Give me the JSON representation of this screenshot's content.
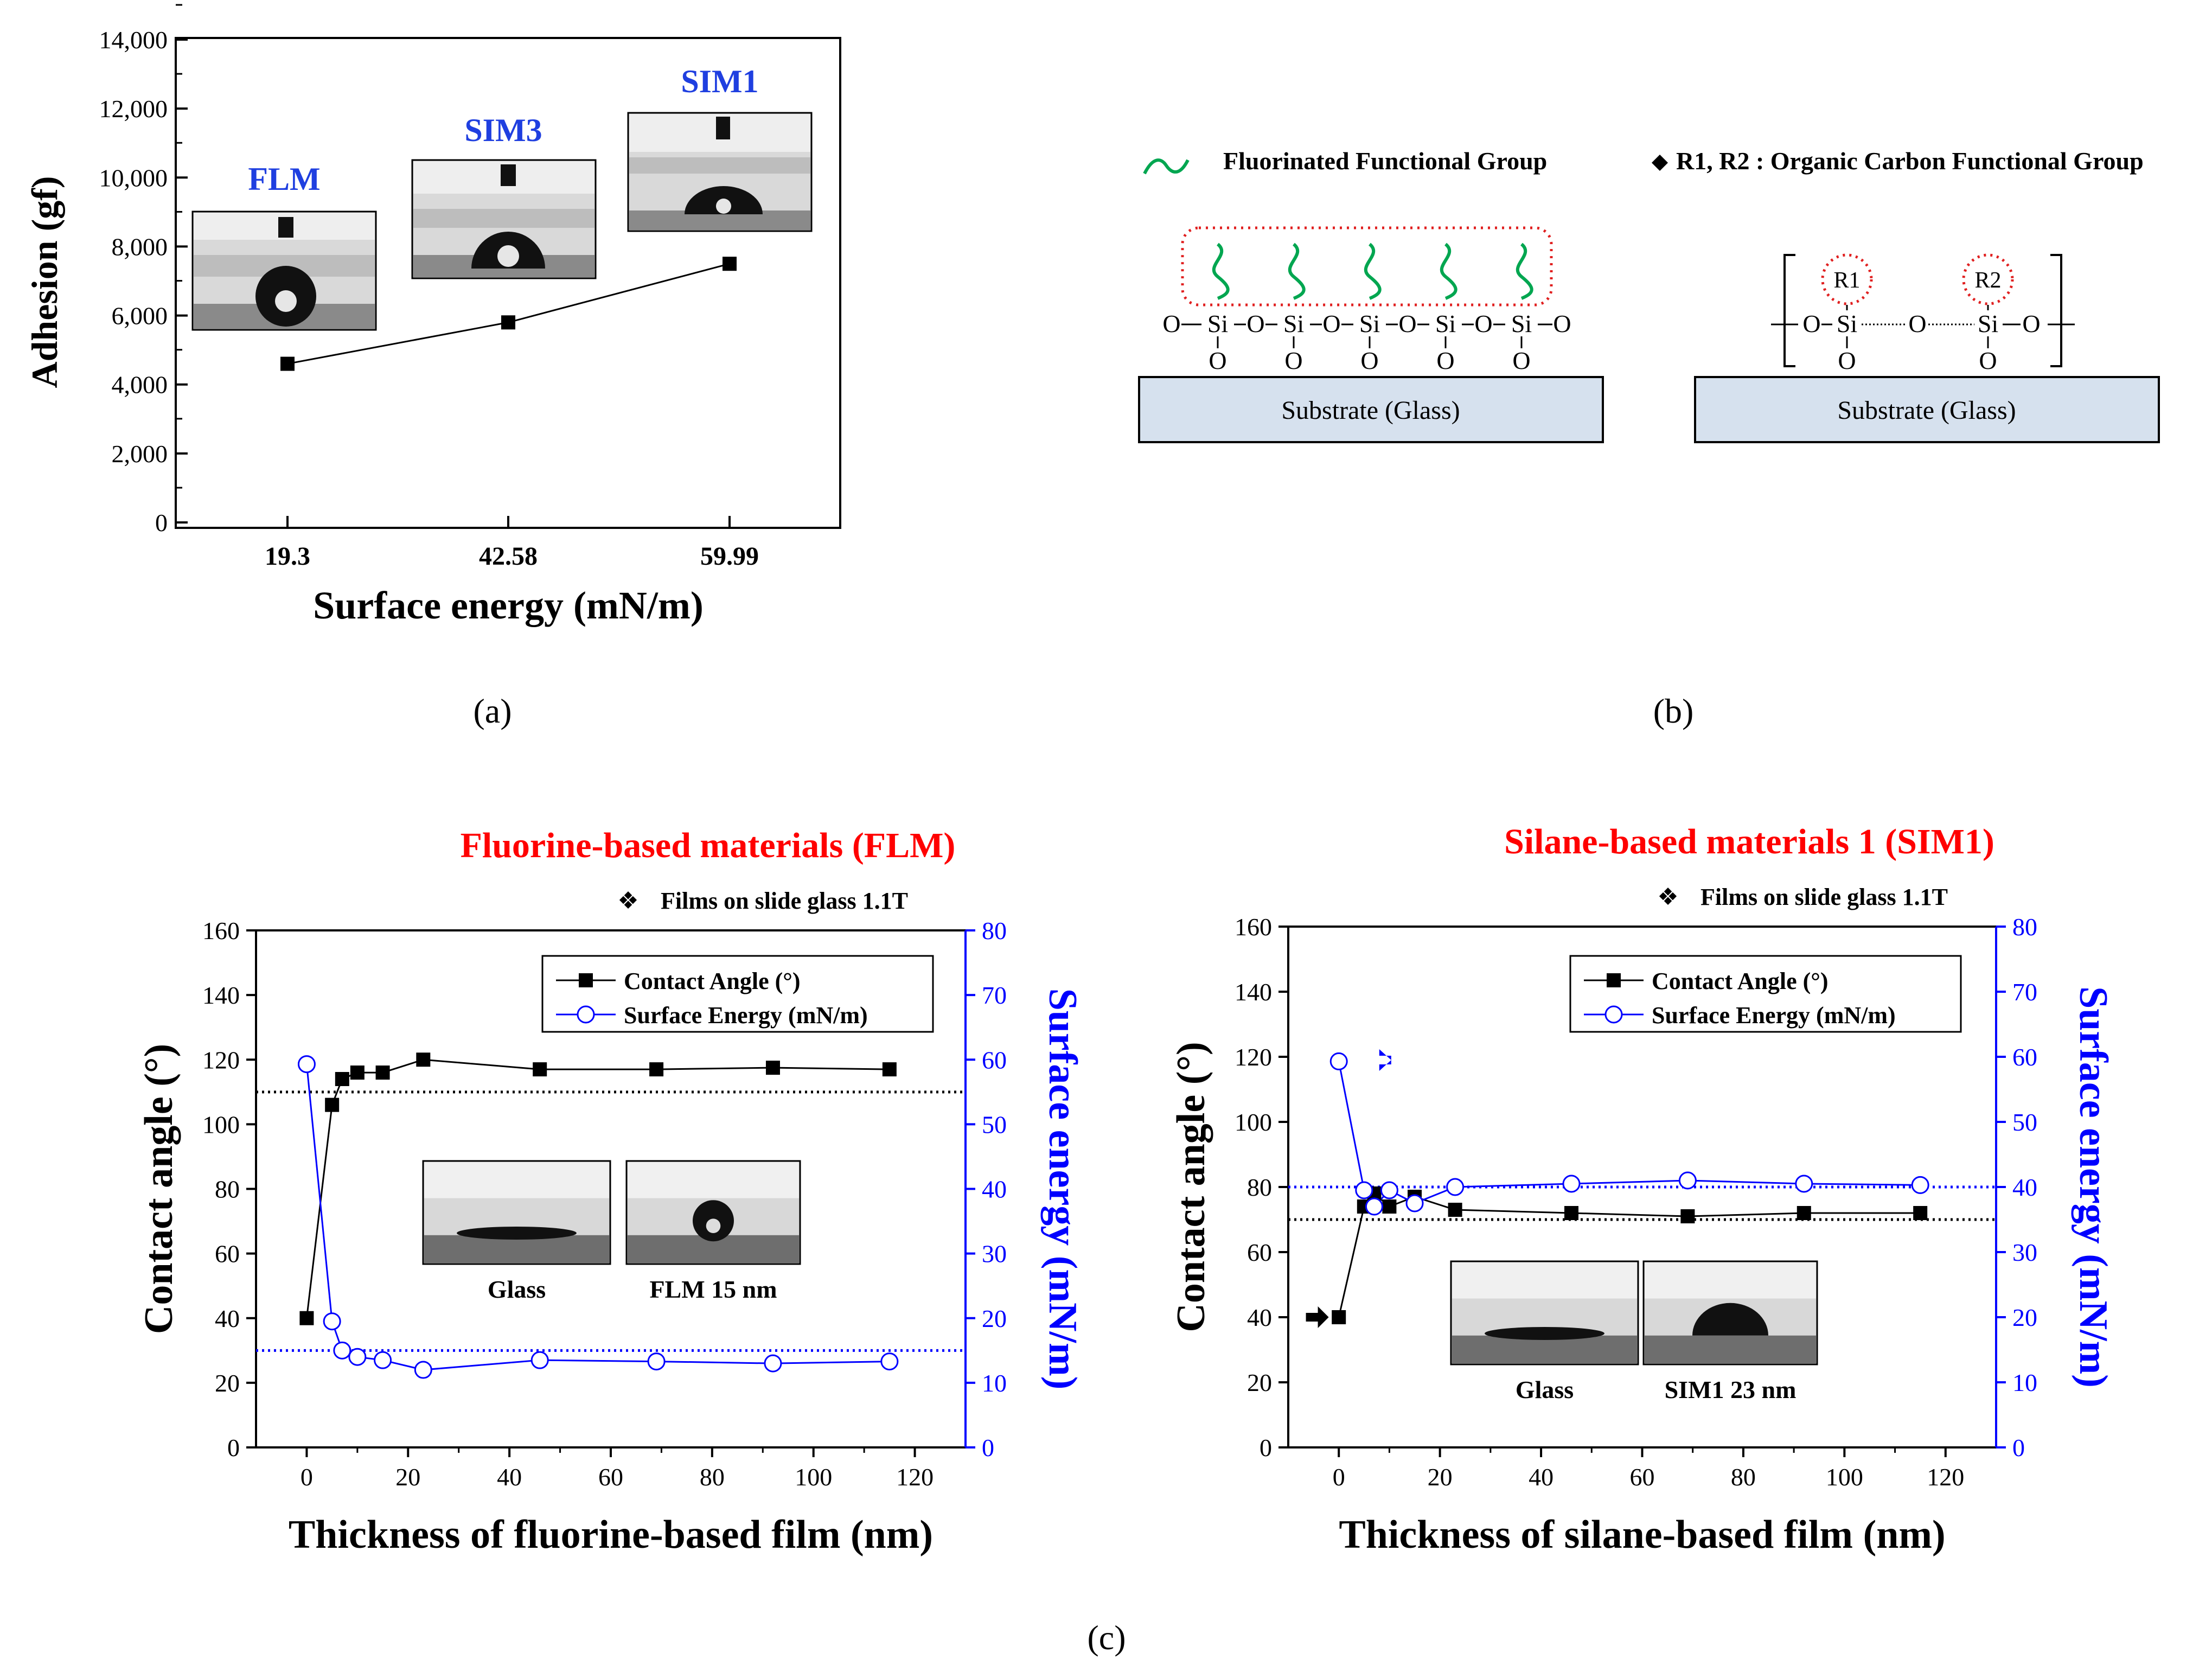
{
  "panel_labels": {
    "a": "(a)",
    "b": "(b)",
    "c": "(c)"
  },
  "panel_a": {
    "ylabel": "Adhesion (gf)",
    "xlabel": "Surface energy (mN/m)",
    "insets": [
      "FLM",
      "SIM3",
      "SIM1"
    ],
    "ytick_labels": [
      "0",
      "2,000",
      "4,000",
      "6,000",
      "8,000",
      "10,000",
      "12,000",
      "14,000"
    ],
    "xtick_labels": [
      "19.3",
      "42.58",
      "59.99"
    ]
  },
  "panel_b": {
    "legend_green": "Fluorinated Functional Group",
    "legend_diamond": "R1, R2 : Organic Carbon Functional Group",
    "substrate_label": "Substrate (Glass)",
    "o": "O",
    "si": "Si",
    "r1": "R1",
    "r2": "R2"
  },
  "panel_c_left": {
    "title": "Fluorine-based materials (FLM)",
    "note": "Films on slide glass 1.1T",
    "xlabel": "Thickness of fluorine-based film (nm)",
    "ylabel_left": "Contact angle (°)",
    "ylabel_right": "Surface energy (mN/m)",
    "legend": [
      "Contact Angle (°)",
      "Surface Energy (mN/m)"
    ],
    "inset_labels": [
      "Glass",
      "FLM 15 nm"
    ],
    "xtick_labels": [
      "0",
      "20",
      "40",
      "60",
      "80",
      "100",
      "120"
    ],
    "ytick_left": [
      "0",
      "20",
      "40",
      "60",
      "80",
      "100",
      "120",
      "140",
      "160"
    ],
    "ytick_right": [
      "0",
      "10",
      "20",
      "30",
      "40",
      "50",
      "60",
      "70",
      "80"
    ]
  },
  "panel_c_right": {
    "title": "Silane-based materials 1 (SIM1)",
    "note": "Films on slide glass 1.1T",
    "xlabel": "Thickness of silane-based film (nm)",
    "ylabel_left": "Contact angle (°)",
    "ylabel_right": "Surface energy (mN/m)",
    "legend": [
      "Contact Angle (°)",
      "Surface Energy (mN/m)"
    ],
    "inset_labels": [
      "Glass",
      "SIM1 23 nm"
    ],
    "xtick_labels": [
      "0",
      "20",
      "40",
      "60",
      "80",
      "100",
      "120"
    ],
    "ytick_left": [
      "0",
      "20",
      "40",
      "60",
      "80",
      "100",
      "120",
      "140",
      "160"
    ],
    "ytick_right": [
      "0",
      "10",
      "20",
      "30",
      "40",
      "50",
      "60",
      "70",
      "80"
    ]
  },
  "colors": {
    "black": "#000000",
    "blue": "#0000ff",
    "title_red": "#ff0000",
    "inset_title_blue": "#1f3fe0",
    "green": "#00a650",
    "red_dotted": "#e02020",
    "substrate": "#d6e1ee"
  },
  "chart_data": [
    {
      "type": "line",
      "panel": "a",
      "xlabel": "Surface energy (mN/m)",
      "ylabel": "Adhesion (gf)",
      "categories": [
        "19.3",
        "42.58",
        "59.99"
      ],
      "series": [
        {
          "values": [
            4600,
            5800,
            7500
          ]
        }
      ],
      "ylim": [
        0,
        14000
      ],
      "grid": false
    },
    {
      "type": "line",
      "panel": "c-left",
      "title": "Fluorine-based materials (FLM)",
      "xlabel": "Thickness of fluorine-based film (nm)",
      "ylabel": "Contact angle (°)",
      "y2label": "Surface energy (mN/m)",
      "xlim": [
        -10,
        130
      ],
      "ylim": [
        0,
        160
      ],
      "y2lim": [
        0,
        80
      ],
      "series": [
        {
          "name": "Contact Angle (°)",
          "axis": "left",
          "x": [
            0,
            5,
            7,
            10,
            15,
            23,
            46,
            69,
            92,
            115
          ],
          "y": [
            40,
            106,
            114,
            116,
            116,
            120,
            117,
            117,
            117.5,
            117
          ]
        },
        {
          "name": "Surface Energy (mN/m)",
          "axis": "right",
          "x": [
            0,
            5,
            7,
            10,
            15,
            23,
            46,
            69,
            92,
            115
          ],
          "y": [
            59.3,
            19.5,
            15,
            14,
            13.5,
            12,
            13.5,
            13.3,
            13,
            13.3
          ]
        }
      ],
      "reference_lines": [
        {
          "axis": "left",
          "y": 110,
          "color": "#000000",
          "style": "dotted"
        },
        {
          "axis": "right",
          "y": 15,
          "color": "#0000ff",
          "style": "dotted"
        }
      ],
      "legend_position": "top-right",
      "grid": false
    },
    {
      "type": "line",
      "panel": "c-right",
      "title": "Silane-based materials 1 (SIM1)",
      "xlabel": "Thickness of silane-based film (nm)",
      "ylabel": "Contact angle (°)",
      "y2label": "Surface energy (mN/m)",
      "xlim": [
        -10,
        130
      ],
      "ylim": [
        0,
        160
      ],
      "y2lim": [
        0,
        80
      ],
      "series": [
        {
          "name": "Contact Angle (°)",
          "axis": "left",
          "x": [
            0,
            5,
            7,
            10,
            15,
            23,
            46,
            69,
            92,
            115
          ],
          "y": [
            40,
            74,
            78,
            74,
            77,
            73,
            72,
            71,
            72,
            72
          ]
        },
        {
          "name": "Surface Energy (mN/m)",
          "axis": "right",
          "x": [
            0,
            5,
            7,
            10,
            15,
            23,
            46,
            69,
            92,
            115
          ],
          "y": [
            59.3,
            39.5,
            37,
            39.5,
            37.5,
            40,
            40.5,
            41,
            40.5,
            40.3
          ]
        }
      ],
      "reference_lines": [
        {
          "axis": "left",
          "y": 70,
          "color": "#000000",
          "style": "dotted"
        },
        {
          "axis": "right",
          "y": 40,
          "color": "#0000ff",
          "style": "dotted"
        }
      ],
      "legend_position": "top-right",
      "grid": false
    }
  ]
}
